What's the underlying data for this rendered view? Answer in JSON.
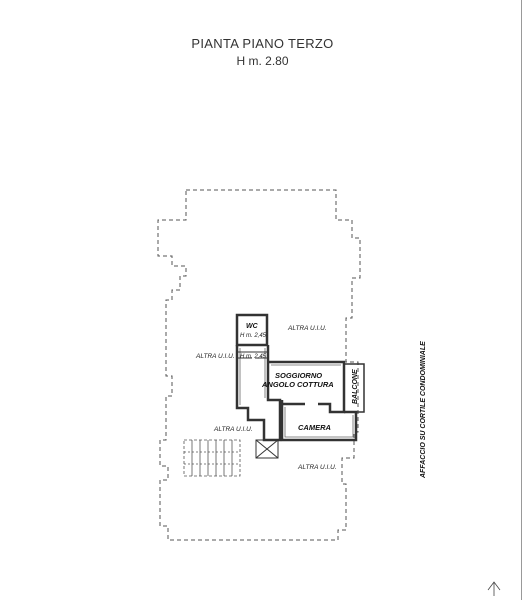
{
  "header": {
    "title": "PIANTA PIANO TERZO",
    "height": "H m. 2.80"
  },
  "rooms": {
    "wc": "WC",
    "wc_height": "H m. 2,45",
    "corridor_height": "H m. 2,45",
    "living_line1": "SOGGIORNO",
    "living_line2": "ANGOLO COTTURA",
    "balcony": "BALCONE",
    "bedroom": "CAMERA"
  },
  "adjacent": {
    "other_unit_top": "ALTRA U.I.U.",
    "other_unit_left": "ALTRA U.I.U.",
    "other_unit_bottom_left": "ALTRA U.I.U.",
    "other_unit_bottom": "ALTRA U.I.U."
  },
  "side_note": "AFFACCIO SU CORTILE CONDOMINIALE",
  "colors": {
    "wall": "#333333",
    "dashed_outline": "#555555",
    "wall_fill": "#9a9a9a"
  }
}
